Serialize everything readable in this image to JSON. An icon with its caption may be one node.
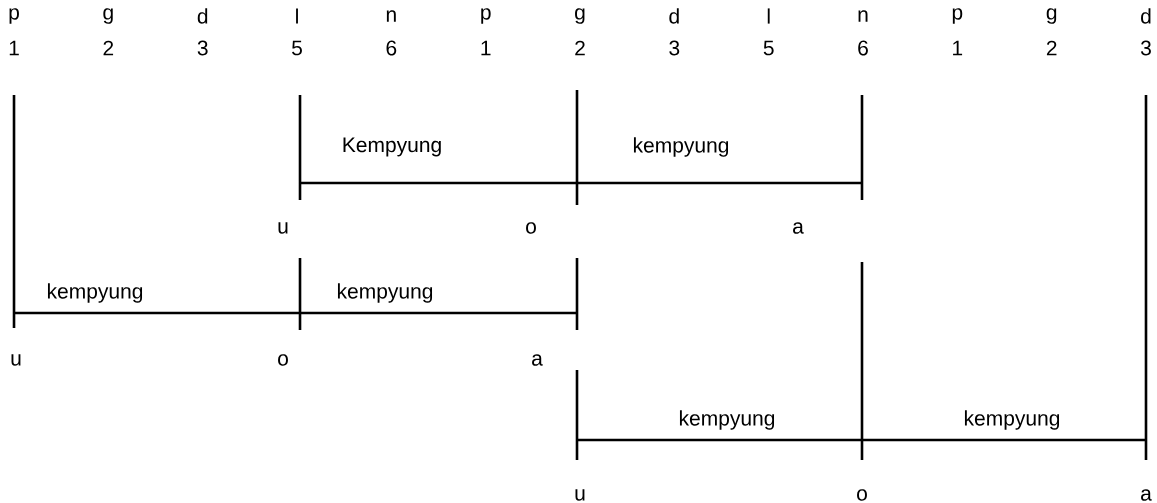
{
  "diagram": {
    "labels": [
      "p",
      "g",
      "d",
      "l",
      "n",
      "p",
      "g",
      "d",
      "l",
      "n",
      "p",
      "g",
      "d",
      "1",
      "2",
      "3",
      "5",
      "6",
      "1",
      "2",
      "3",
      "5",
      "6",
      "1",
      "2",
      "3",
      "Kempyung",
      "kempyung",
      "u",
      "o",
      "a",
      "kempyung",
      "kempyung",
      "u",
      "o",
      "a",
      "kempyung",
      "kempyung",
      "u",
      "o",
      "a"
    ]
  }
}
